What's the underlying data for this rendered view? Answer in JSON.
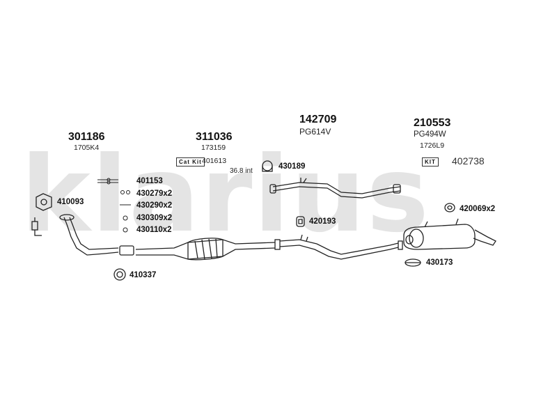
{
  "watermark": "klarius",
  "groups": {
    "front_pipe": {
      "part": "301186",
      "oe": "1705K4"
    },
    "catalyst": {
      "part": "311036",
      "oe": "173159",
      "kit_label": "Cat Kit",
      "kit_number": "401613"
    },
    "centre_pipe": {
      "part": "142709",
      "oe": "PG614V"
    },
    "rear_box": {
      "part": "210553",
      "oe_1": "PG494W",
      "oe_2": "1726L9",
      "kit_label": "KIT",
      "kit_number": "402738"
    }
  },
  "fittings": {
    "f410093": "410093",
    "f401153": "401153",
    "f430279": "430279x2",
    "f430290": "430290x2",
    "f430309": "430309x2",
    "f430110": "430110x2",
    "f410337": "410337",
    "f430189": "430189",
    "f430189_dim": "36.8 int",
    "f420193": "420193",
    "f420069": "420069x2",
    "f430173": "430173"
  }
}
